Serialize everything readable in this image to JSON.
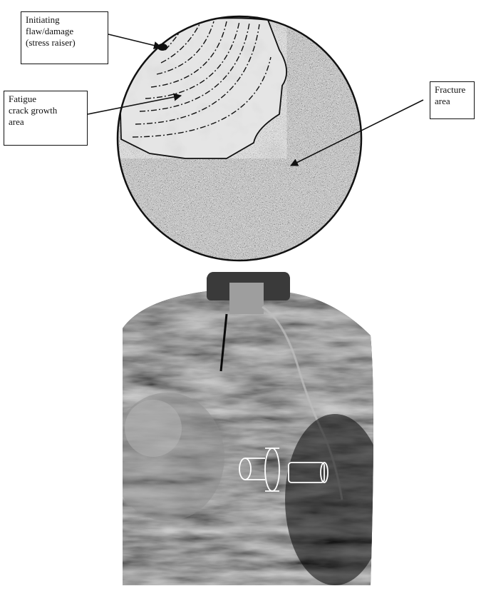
{
  "diagram": {
    "labels": {
      "initiating": "Initiating\nflaw/damage\n(stress raiser)",
      "fatigue": "Fatigue\ncrack growth\narea",
      "fracture": "Fracture\narea"
    },
    "colors": {
      "outline": "#111111",
      "fracture_fill": "#6e6e6e",
      "fatigue_fill": "#d6d6d6"
    }
  },
  "photo": {
    "icon": "shaft-icon",
    "colors": {
      "surface_dark": "#1c1c1c",
      "surface_mid": "#4a4a4a",
      "surface_light": "#9a9a9a"
    }
  }
}
